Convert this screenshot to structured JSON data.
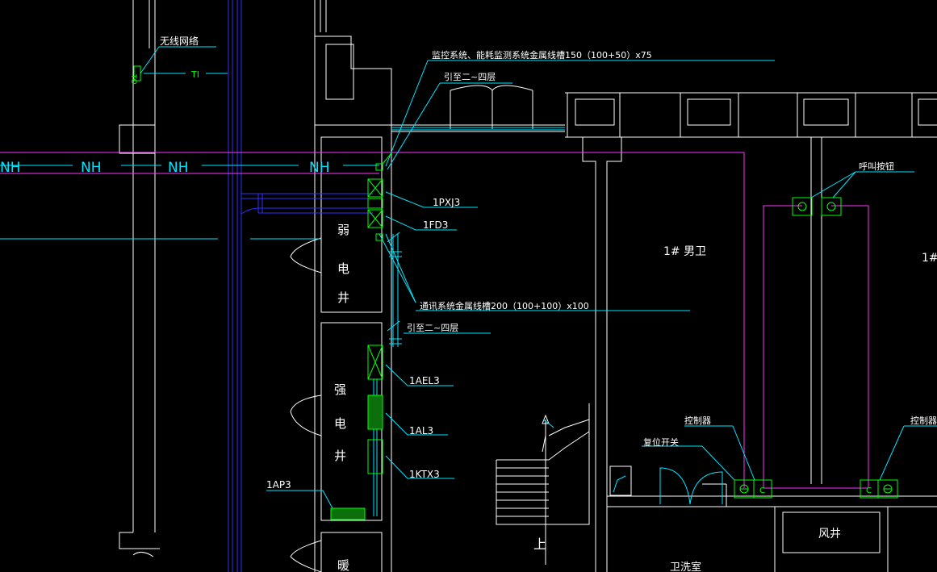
{
  "drawing": {
    "colors": {
      "background": "#000000",
      "wall": "#ffffff",
      "cyan": "#00ffff",
      "magenta": "#ff00ff",
      "blue": "#0000ff",
      "green": "#00ff00"
    },
    "labels": {
      "wireless_network": "无线网络",
      "to": "TO",
      "ti": "TI",
      "nh": "NH",
      "monitoring_trunk": "监控系统、能耗监测系统金属线槽150（100+50）x75",
      "lead_up_1": "引至二~四层",
      "panel_1pxj3": "1PXJ3",
      "panel_1fd3": "1FD3",
      "comm_trunk": "通讯系统金属线槽200（100+100）x100",
      "lead_up_2": "引至二~四层",
      "panel_1ael3": "1AEL3",
      "panel_1al3": "1AL3",
      "panel_1ktx3": "1KTX3",
      "panel_1ap3": "1AP3",
      "weak_shaft_1": "弱",
      "weak_shaft_2": "电",
      "weak_shaft_3": "井",
      "strong_shaft_1": "强",
      "strong_shaft_2": "电",
      "strong_shaft_3": "井",
      "warm_shaft": "暖",
      "mens_toilet": "1# 男卫",
      "toilet_2": "1#",
      "call_button": "呼叫按钮",
      "controller_1": "控制器",
      "controller_2": "控制器",
      "reset_switch": "复位开关",
      "air_shaft": "风井",
      "up": "上",
      "bottom_room": "卫洗室",
      "c_symbol": "C"
    }
  }
}
